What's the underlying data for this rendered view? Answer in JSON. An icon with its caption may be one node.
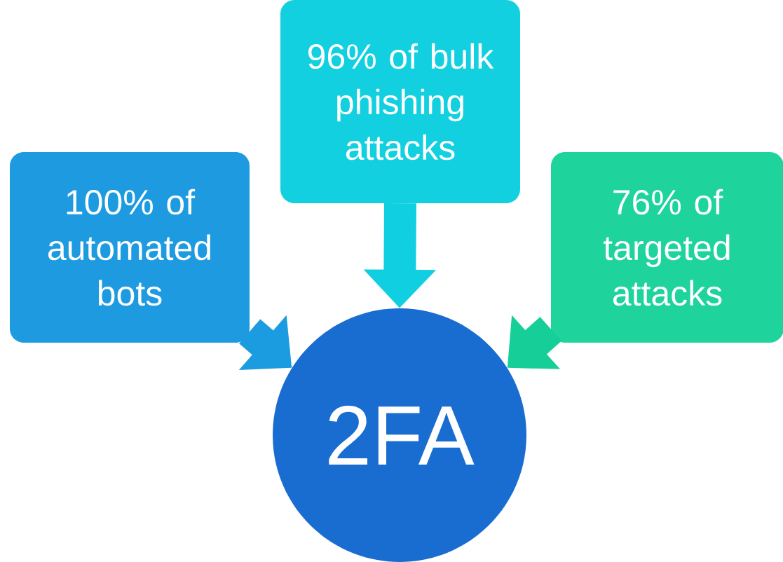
{
  "diagram": {
    "nodes": [
      {
        "text": [
          "100% of automated bots"
        ]
      },
      {
        "text": [
          "96% of bulk phishing attacks"
        ]
      },
      {
        "text": [
          "76% of targeted attacks"
        ]
      },
      {
        "text": [
          "2FA"
        ]
      }
    ],
    "edges": [
      {
        "from": 0,
        "to": 3,
        "arrow": "to",
        "color": "#1b9be0"
      },
      {
        "from": 1,
        "to": 3,
        "arrow": "to",
        "color": "#10cfe0"
      },
      {
        "from": 2,
        "to": 3,
        "arrow": "to",
        "color": "#16cf98"
      }
    ]
  }
}
